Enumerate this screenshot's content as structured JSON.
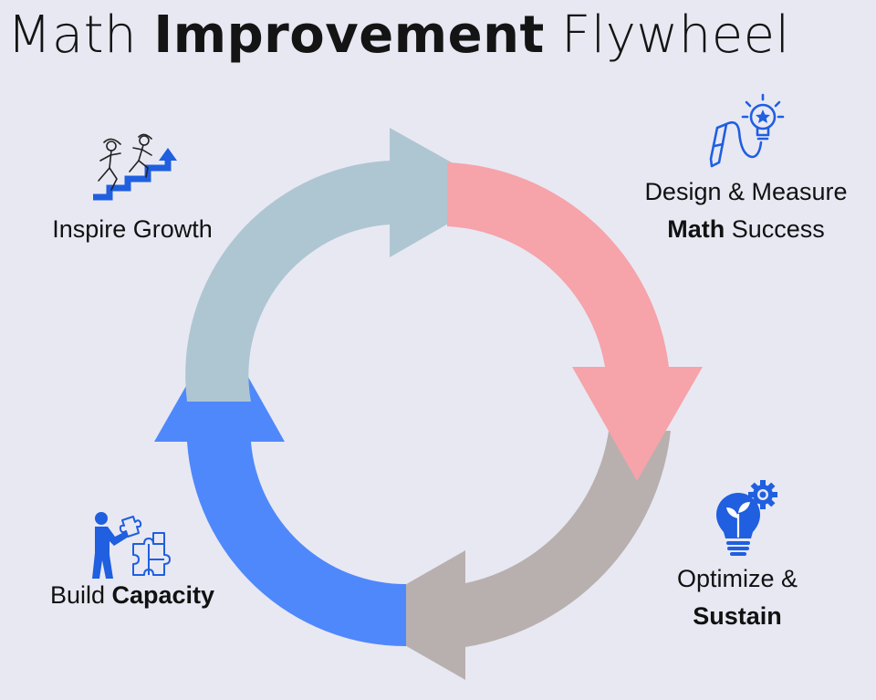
{
  "title": {
    "part1": "Math ",
    "part2": "Improvement",
    "part3": " Flywheel"
  },
  "stages": {
    "inspire": {
      "label": "Inspire Growth",
      "icon": "runners-climbing-stairs-icon",
      "color": "#aec6d2"
    },
    "design": {
      "line1": "Design & Measure",
      "line2_bold": "Math",
      "line2_rest": " Success",
      "icon": "pencil-lightbulb-star-icon",
      "color": "#f6a3aa"
    },
    "optimize": {
      "line1": "Optimize &",
      "line2_bold": "Sustain",
      "icon": "lightbulb-plant-gear-icon",
      "color": "#b8b0ae"
    },
    "build": {
      "line1": "Build ",
      "line1_bold": "Capacity",
      "icon": "person-puzzle-icon",
      "color": "#4f88fb"
    }
  },
  "colors": {
    "background": "#e8e8f3",
    "icon_blue": "#1f5fe0",
    "text": "#111111"
  }
}
